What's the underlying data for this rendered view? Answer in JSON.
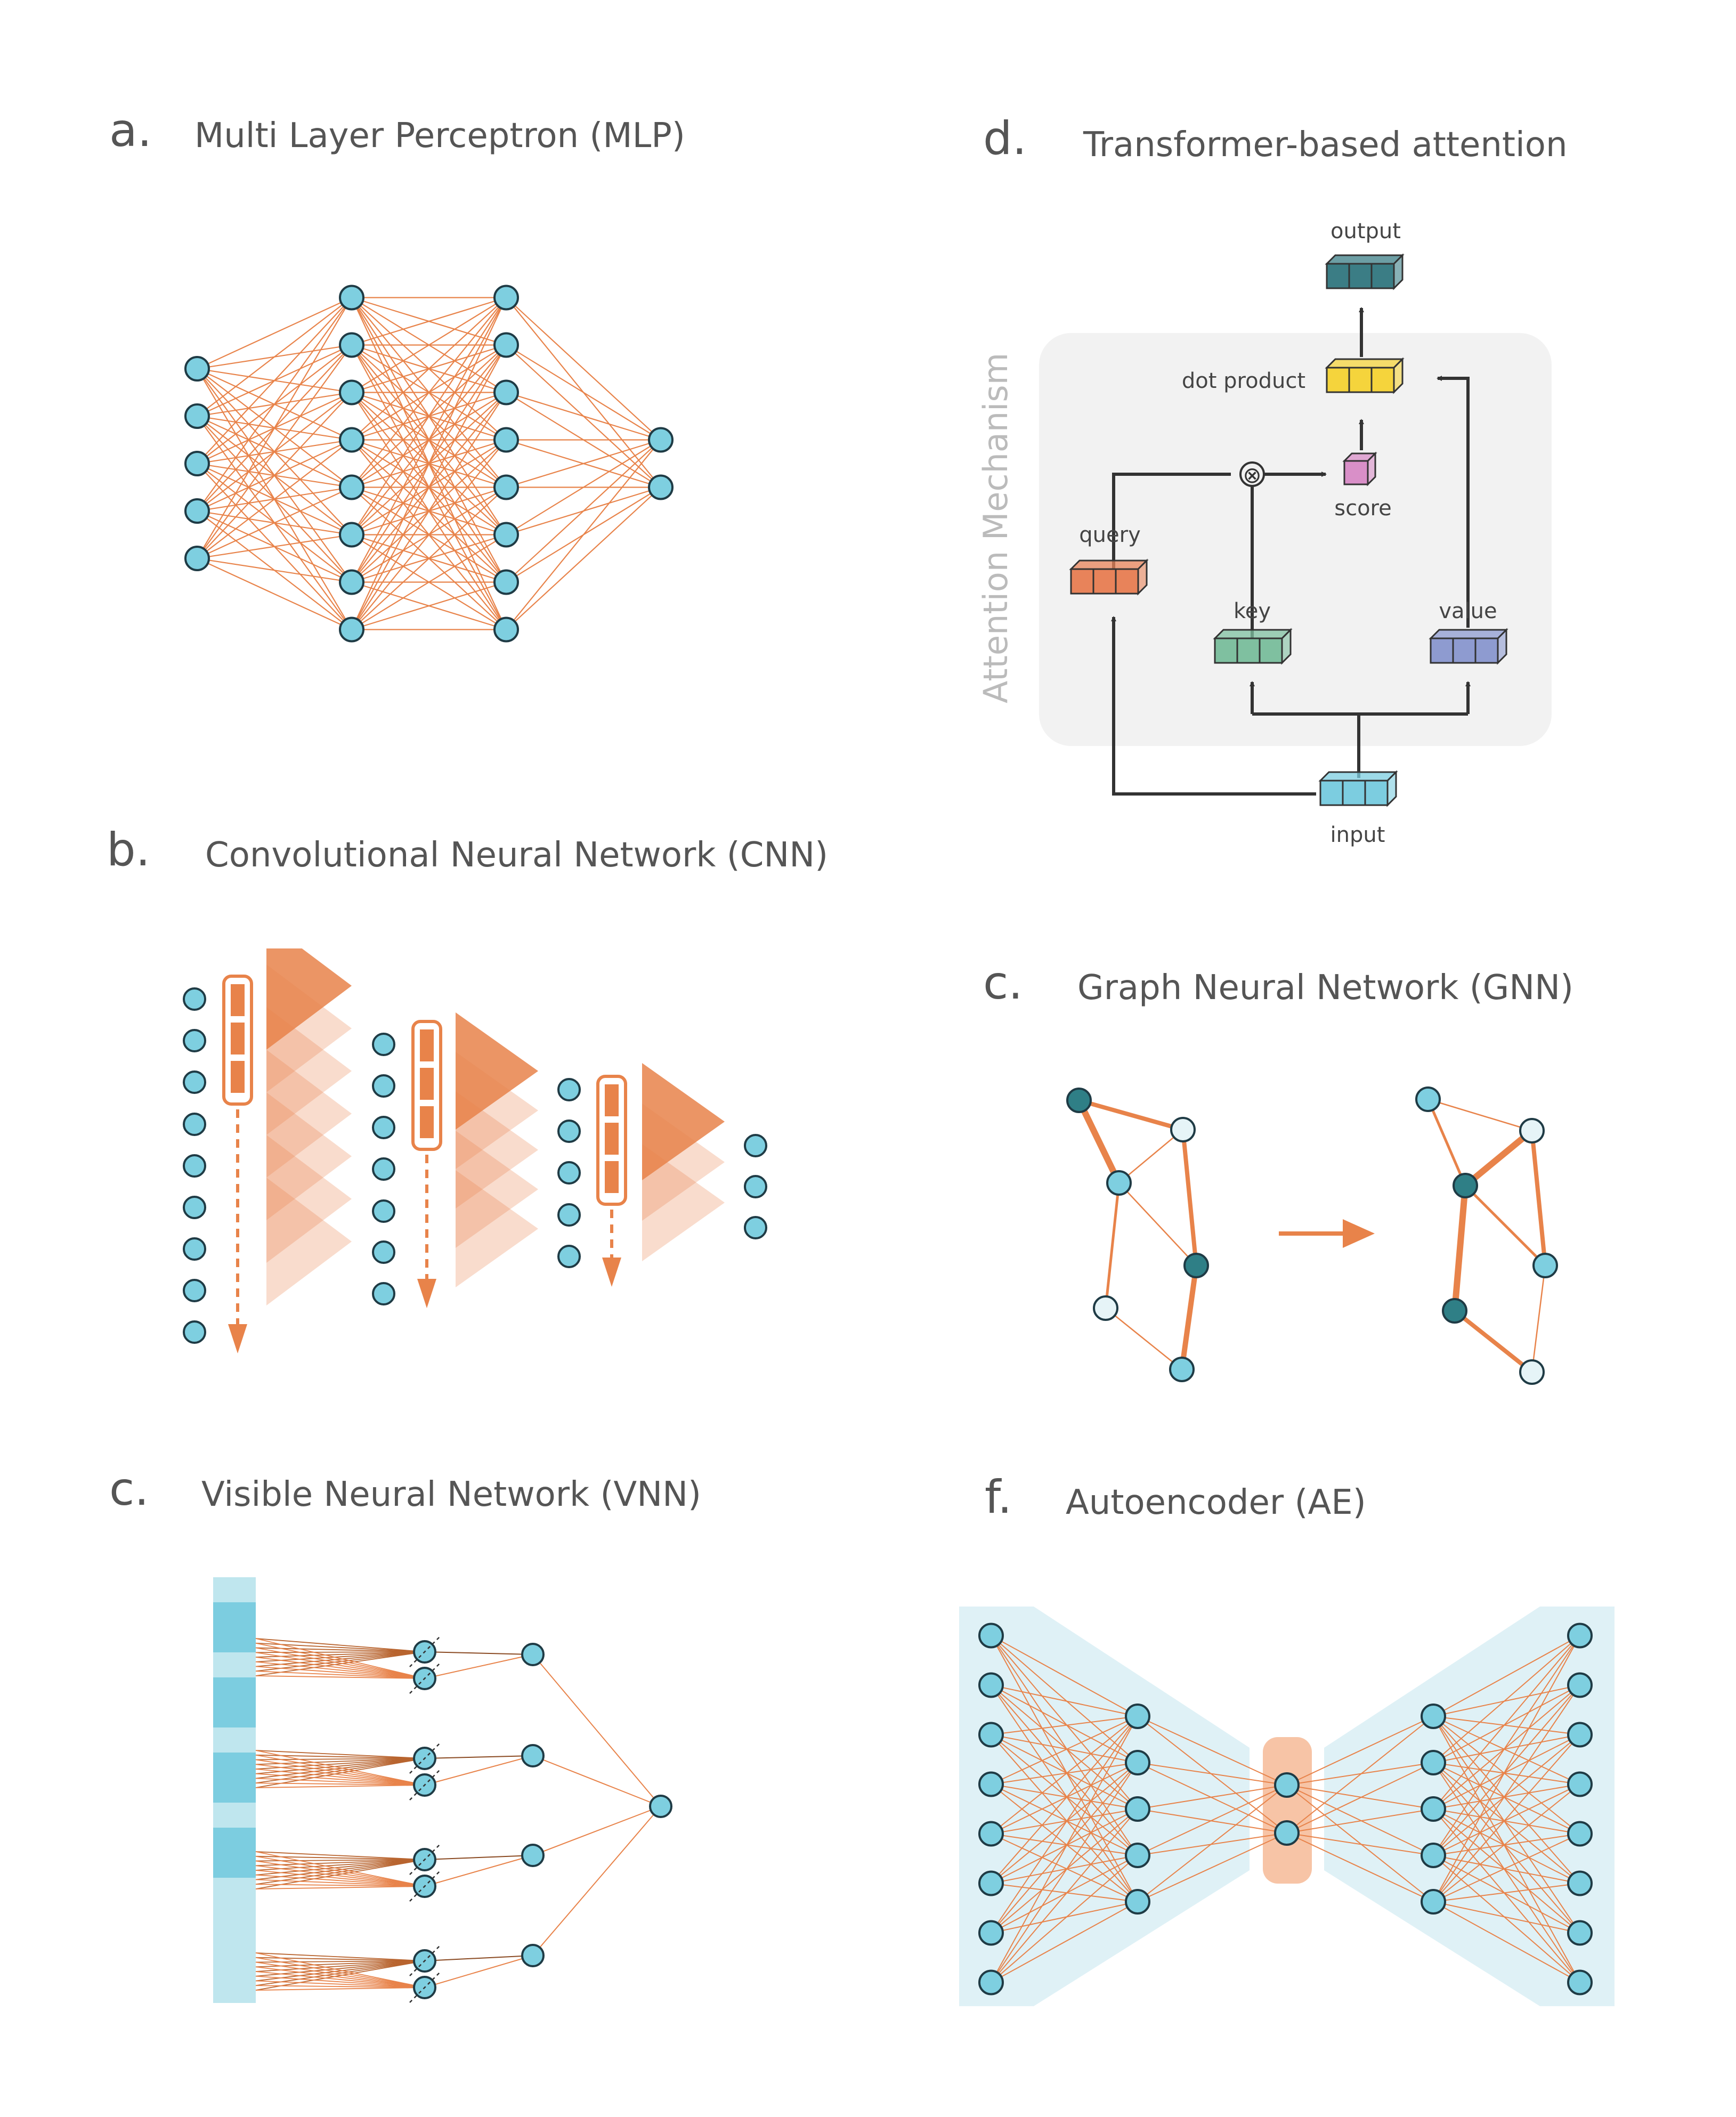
{
  "panels": {
    "a": {
      "letter": "a.",
      "title": "Multi Layer Perceptron (MLP)"
    },
    "b": {
      "letter": "b.",
      "title": "Convolutional Neural Network (CNN)"
    },
    "c_vnn": {
      "letter": "c.",
      "title": "Visible Neural Network (VNN)"
    },
    "d": {
      "letter": "d.",
      "title": "Transformer-based attention"
    },
    "c_gnn": {
      "letter": "c.",
      "title": "Graph Neural Network (GNN)"
    },
    "f": {
      "letter": "f.",
      "title": "Autoencoder (AE)"
    }
  },
  "attention": {
    "mechanism_label": "Attention Mechanism",
    "output": "output",
    "dot_product": "dot product",
    "score": "score",
    "query": "query",
    "key": "key",
    "value": "value",
    "input": "input",
    "multiply_symbol": "⊗"
  },
  "mlp": {
    "layers": [
      5,
      8,
      8,
      2
    ]
  },
  "autoencoder": {
    "layers": [
      8,
      5,
      2,
      5,
      8
    ]
  },
  "colors": {
    "node": "#7ecfe0",
    "node_stroke": "#1f3b45",
    "edge": "#e8834a",
    "query": "#e8835a",
    "key": "#7fc0a0",
    "value": "#8e9bd0",
    "input": "#7ccde0",
    "dot_product": "#f5d43c",
    "output": "#3b7d85",
    "score": "#d98fc8",
    "gnn_dark": "#2f7f86",
    "gnn_light": "#e6f4f7"
  }
}
